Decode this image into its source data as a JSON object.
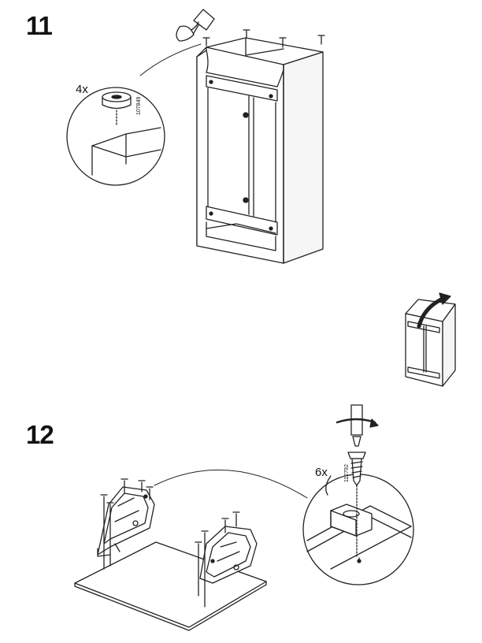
{
  "steps": [
    {
      "number": "11",
      "quantity": "4x",
      "part_number": "107849"
    },
    {
      "number": "12",
      "quantity": "6x",
      "part_number": "112792"
    }
  ]
}
